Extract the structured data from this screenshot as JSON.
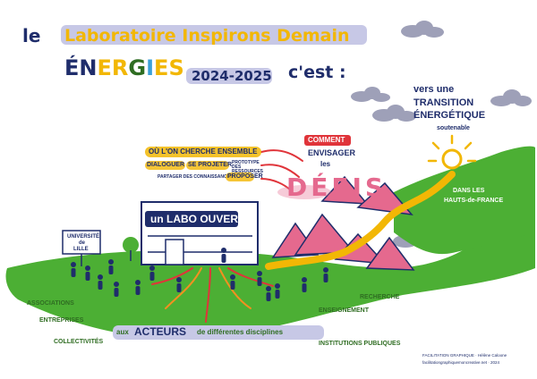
{
  "title": {
    "prefix": "le",
    "lab_name": "Laboratoire Inspirons Demain",
    "energies_letters": [
      "É",
      "N",
      "E",
      "R",
      "G",
      "I",
      "E",
      "S"
    ],
    "energies_colors": [
      "#1f2d6b",
      "#1f2d6b",
      "#f2b705",
      "#f2b705",
      "#2f6d22",
      "#3aa0d8",
      "#f2b705",
      "#f2b705"
    ],
    "years": "2024-2025",
    "cest": "c'est :"
  },
  "transition": {
    "line1": "vers une",
    "line2": "TRANSITION",
    "line3": "ÉNERGÉTIQUE",
    "line4": "soutenable"
  },
  "ensemble": {
    "heading": "OÙ L'ON CHERCHE ENSEMBLE",
    "dialoguer": "DIALOGUER",
    "projeter": "SE PROJETER",
    "partager": "PARTAGER DES CONNAISSANCES",
    "proposer": "PROPOSER",
    "prototype": "PROTOTYPE DES RESSOURCES"
  },
  "labo_sign": "un LABO OUVERT",
  "comment": {
    "line1": "COMMENT",
    "line2": "ENVISAGER",
    "line3": "les",
    "defis": "DÉFIS"
  },
  "hauts": {
    "line1": "DANS LES",
    "line2": "HAUTS-de-FRANCE"
  },
  "universite": {
    "line1": "UNIVERSITÉ",
    "line2": "de",
    "line3": "LILLE"
  },
  "acteurs": {
    "pre": "aux",
    "main": "ACTEURS",
    "post": "de différentes disciplines"
  },
  "labels": {
    "associations": "ASSOCIATIONS",
    "entreprises": "ENTREPRISES",
    "collectivites": "COLLECTIVITÉS",
    "recherche": "RECHERCHE",
    "enseignement": "ENSEIGNEMENT",
    "institutions": "INSTITUTIONS PUBLIQUES"
  },
  "credit": {
    "line1": "FACILITATION GRAPHIQUE · Hélène Caloone",
    "line2": "facilitationgraphiquemoncreative.net · 2024"
  },
  "colors": {
    "navy": "#1f2d6b",
    "yellow": "#f2b705",
    "green_hill": "#4caf34",
    "green_text": "#2f6d22",
    "pink": "#e5698e",
    "lavender": "#c7c8e6",
    "orange": "#f39020",
    "red": "#e0343a"
  }
}
